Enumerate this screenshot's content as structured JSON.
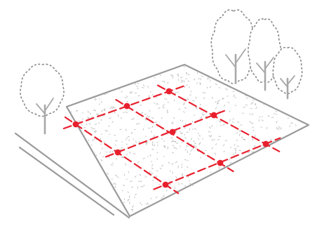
{
  "colors": {
    "background": "#ffffff",
    "outline": "#9a9a9a",
    "tree_outline": "#8a8a8a",
    "trunk": "#a8a8a8",
    "speckle": "#b4b4b4",
    "grid_line": "#e8202e",
    "grid_node": "#e8202e"
  },
  "diagram": {
    "type": "isometric-site-plan",
    "grid": {
      "rows": 3,
      "columns": 3,
      "line_style": "dashed",
      "node_marker": "dot"
    },
    "ground": {
      "texture": "speckled"
    },
    "trees": [
      {
        "name": "tree-left"
      },
      {
        "name": "tree-back-1"
      },
      {
        "name": "tree-back-2"
      },
      {
        "name": "tree-back-3"
      }
    ],
    "path": {
      "style": "double-line"
    }
  }
}
